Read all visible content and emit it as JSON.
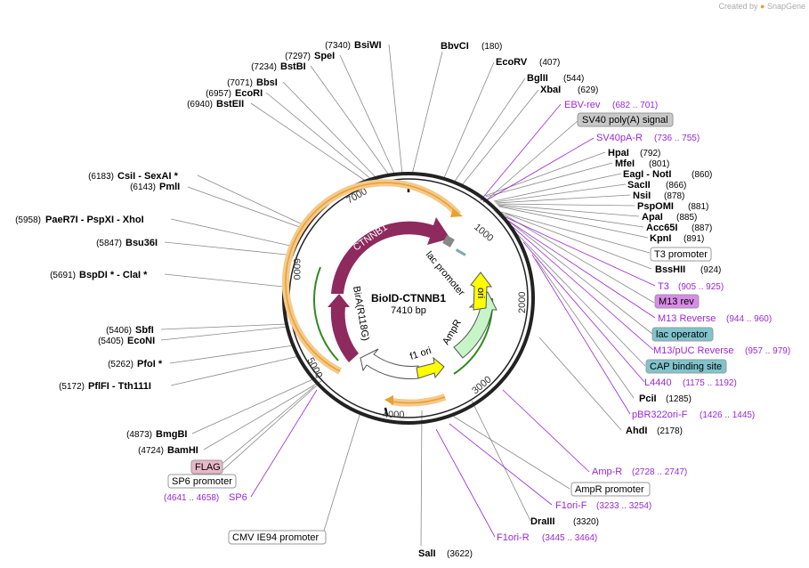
{
  "credit": {
    "prefix": "Created by",
    "brand": "SnapGene"
  },
  "plasmid": {
    "name": "BioID-CTNNB1",
    "size": "7410 bp"
  },
  "ticks": [
    "1000",
    "2000",
    "3000",
    "4000",
    "5000",
    "6000",
    "7000"
  ],
  "features": {
    "ctnnb1": "CTNNB1",
    "bira": "BirA(R118G)",
    "ampr": "AmpR",
    "ori": "ori",
    "f1ori": "f1 ori",
    "lac": "lac promoter"
  },
  "sites_left": [
    {
      "name": "BsiWI",
      "pos": "(7340)"
    },
    {
      "name": "SpeI",
      "pos": "(7297)"
    },
    {
      "name": "BstBI",
      "pos": "(7234)"
    },
    {
      "name": "BbsI",
      "pos": "(7071)"
    },
    {
      "name": "EcoRI",
      "pos": "(6957)"
    },
    {
      "name": "BstEII",
      "pos": "(6940)"
    },
    {
      "name": "CsiI  - SexAI *",
      "pos": "(6183)"
    },
    {
      "name": "PmlI",
      "pos": "(6143)"
    },
    {
      "name": "PaeR7I  - PspXI  - XhoI",
      "pos": "(5958)"
    },
    {
      "name": "Bsu36I",
      "pos": "(5847)"
    },
    {
      "name": "BspDI *  - ClaI *",
      "pos": "(5691)"
    },
    {
      "name": "SbfI",
      "pos": "(5406)"
    },
    {
      "name": "EcoNI",
      "pos": "(5405)"
    },
    {
      "name": "PfoI *",
      "pos": "(5262)"
    },
    {
      "name": "PflFI  - Tth111I",
      "pos": "(5172)"
    },
    {
      "name": "BmgBI",
      "pos": "(4873)"
    },
    {
      "name": "BamHI",
      "pos": "(4724)"
    }
  ],
  "sites_right": [
    {
      "name": "BbvCI",
      "pos": "(180)"
    },
    {
      "name": "EcoRV",
      "pos": "(407)"
    },
    {
      "name": "BglII",
      "pos": "(544)"
    },
    {
      "name": "XbaI",
      "pos": "(629)"
    },
    {
      "name": "HpaI",
      "pos": "(792)"
    },
    {
      "name": "MfeI",
      "pos": "(801)"
    },
    {
      "name": "EagI  - NotI",
      "pos": "(860)"
    },
    {
      "name": "SacII",
      "pos": "(866)"
    },
    {
      "name": "NsiI",
      "pos": "(878)"
    },
    {
      "name": "PspOMI",
      "pos": "(881)"
    },
    {
      "name": "ApaI",
      "pos": "(885)"
    },
    {
      "name": "Acc65I",
      "pos": "(887)"
    },
    {
      "name": "KpnI",
      "pos": "(891)"
    },
    {
      "name": "BssHII",
      "pos": "(924)"
    },
    {
      "name": "PciI",
      "pos": "(1285)"
    },
    {
      "name": "AhdI",
      "pos": "(2178)"
    },
    {
      "name": "DraIII",
      "pos": "(3320)"
    },
    {
      "name": "SalI",
      "pos": "(3622)"
    }
  ],
  "primers": [
    {
      "name": "EBV-rev",
      "pos": "(682 .. 701)"
    },
    {
      "name": "SV40pA-R",
      "pos": "(736 .. 755)"
    },
    {
      "name": "T3",
      "pos": "(905 .. 925)"
    },
    {
      "name": "M13 Reverse",
      "pos": "(944 .. 960)"
    },
    {
      "name": "M13/pUC Reverse",
      "pos": "(957 .. 979)"
    },
    {
      "name": "L4440",
      "pos": "(1175 .. 1192)"
    },
    {
      "name": "pBR322ori-F",
      "pos": "(1426 .. 1445)"
    },
    {
      "name": "Amp-R",
      "pos": "(2728 .. 2747)"
    },
    {
      "name": "F1ori-F",
      "pos": "(3233 .. 3254)"
    },
    {
      "name": "F1ori-R",
      "pos": "(3445 .. 3464)"
    },
    {
      "name": "SP6",
      "pos": "(4641 .. 4658)"
    }
  ],
  "boxed": {
    "sv40": "SV40 poly(A) signal",
    "t3prom": "T3 promoter",
    "m13rev": "M13 rev",
    "lacop": "lac operator",
    "cap": "CAP binding site",
    "ampprom": "AmpR promoter",
    "flag": "FLAG",
    "sp6prom": "SP6 promoter",
    "cmv": "CMV IE94 promoter"
  }
}
